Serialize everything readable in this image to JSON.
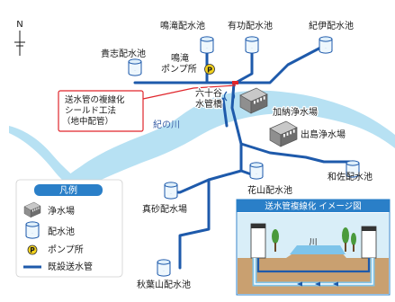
{
  "colors": {
    "river": "#b7e1f3",
    "land": "#ffffff",
    "pipe": "#1e5aab",
    "reservoir_top": "#dfeffa",
    "reservoir_body": "#eef7fd",
    "reservoir_stroke": "#1e5aab",
    "plant": "#8f8f8f",
    "pump": "#f3d21c",
    "callout": "#e0252b",
    "legend_title_bg": "#2a7fc8",
    "inset_title_bg": "#2a7fc8",
    "inset_sky": "#d9eef8",
    "inset_ground": "#c9a070",
    "inset_water": "#7ec4ea"
  },
  "north": {
    "label": "N"
  },
  "reservoirs": [
    {
      "id": "narutaki",
      "label": "鳴滝配水池"
    },
    {
      "id": "yuko",
      "label": "有功配水池"
    },
    {
      "id": "kii",
      "label": "紀伊配水池"
    },
    {
      "id": "kishi",
      "label": "貴志配水池"
    },
    {
      "id": "wasa",
      "label": "和佐配水池"
    },
    {
      "id": "hanayama",
      "label": "花山配水池"
    },
    {
      "id": "manago",
      "label": "真砂配水場"
    },
    {
      "id": "akibasan",
      "label": "秋葉山配水池"
    }
  ],
  "pump": {
    "icon": "pump-station-icon",
    "glyph": "P",
    "label_line1": "鳴滝",
    "label_line2": "ポンプ所"
  },
  "plants": [
    {
      "id": "kanou",
      "label": "加納浄水場"
    },
    {
      "id": "dejima",
      "label": "出島浄水場"
    }
  ],
  "bridge": {
    "label_line1": "六十谷",
    "label_line2": "水管橋"
  },
  "river": {
    "label": "紀の川"
  },
  "callout": {
    "line1": "送水管の複線化",
    "line2": "シールド工法",
    "line3": "（地中配管）"
  },
  "legend": {
    "title": "凡例",
    "items": [
      {
        "icon": "water-plant-icon",
        "label": "浄水場"
      },
      {
        "icon": "reservoir-icon",
        "label": "配水池"
      },
      {
        "icon": "pump-station-icon",
        "label": "ポンプ所"
      },
      {
        "icon": "pipe-line-icon",
        "label": "既設送水管"
      }
    ]
  },
  "inset": {
    "title": "送水管複線化 イメージ図",
    "river_label": "川"
  }
}
